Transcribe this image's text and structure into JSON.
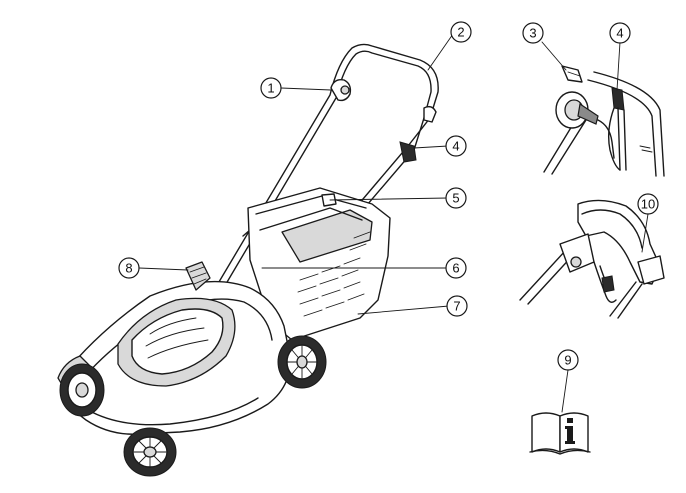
{
  "callouts": [
    {
      "id": "c1",
      "label": "1"
    },
    {
      "id": "c2",
      "label": "2"
    },
    {
      "id": "c3",
      "label": "3"
    },
    {
      "id": "c4a",
      "label": "4"
    },
    {
      "id": "c4b",
      "label": "4"
    },
    {
      "id": "c5",
      "label": "5"
    },
    {
      "id": "c6",
      "label": "6"
    },
    {
      "id": "c7",
      "label": "7"
    },
    {
      "id": "c8",
      "label": "8"
    },
    {
      "id": "c9",
      "label": "9"
    },
    {
      "id": "c10",
      "label": "10"
    }
  ],
  "colors": {
    "line": "#1a1a1a",
    "shade": "#d9d9d9",
    "dark": "#2b2b2b",
    "background": "#ffffff"
  },
  "icons": {
    "manual": "info-book-icon"
  }
}
